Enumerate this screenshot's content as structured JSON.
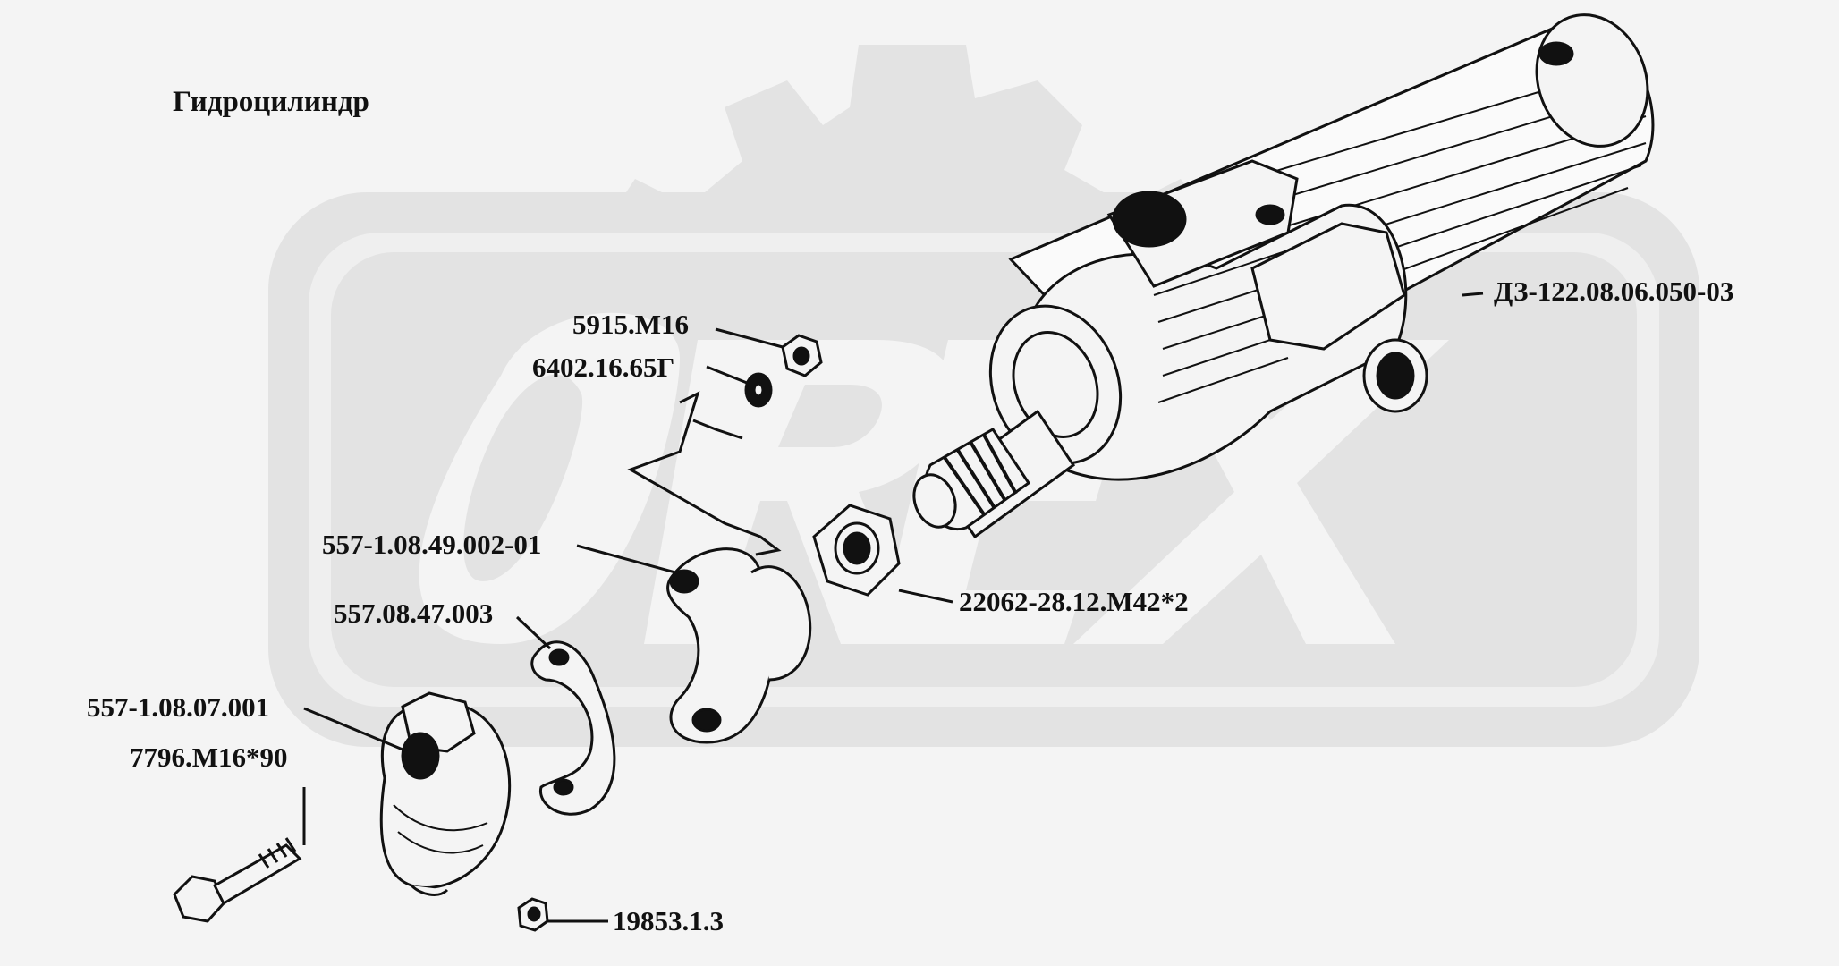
{
  "title": "Гидроцилиндр",
  "watermark": {
    "text": "OREX",
    "color": "#e3e3e3"
  },
  "colors": {
    "background": "#f4f4f4",
    "ink": "#111111"
  },
  "labels": [
    {
      "id": "dz",
      "text": "ДЗ-122.08.06.050-03"
    },
    {
      "id": "nut_m16",
      "text": "5915.М16"
    },
    {
      "id": "washer",
      "text": "6402.16.65Г"
    },
    {
      "id": "clamp_plate",
      "text": "557-1.08.49.002-01"
    },
    {
      "id": "strap",
      "text": "557.08.47.003"
    },
    {
      "id": "nut_m42",
      "text": "22062-28.12.М42*2"
    },
    {
      "id": "cap",
      "text": "557-1.08.07.001"
    },
    {
      "id": "bolt",
      "text": "7796.М16*90"
    },
    {
      "id": "grease_fitting",
      "text": "19853.1.3"
    }
  ]
}
